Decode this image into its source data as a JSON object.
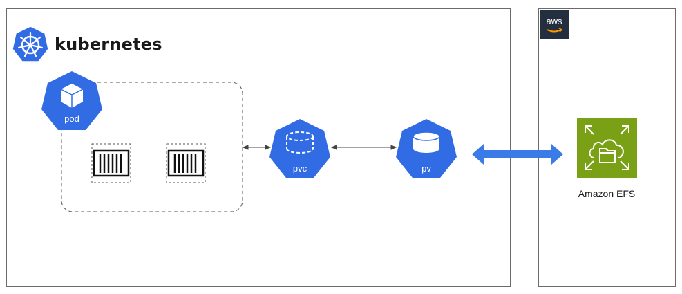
{
  "kubernetes": {
    "title": "kubernetes"
  },
  "aws": {
    "logo_text": "aws"
  },
  "nodes": {
    "pod": "pod",
    "pvc": "pvc",
    "pv": "pv"
  },
  "efs": {
    "label": "Amazon EFS"
  },
  "colors": {
    "k8s_blue": "#326ce5",
    "efs_green": "#7aa116",
    "aws_dark": "#232f3e",
    "arrow_blue": "#3b7be8"
  },
  "icons": [
    "kubernetes-logo",
    "cube-icon",
    "container-icon",
    "volume-icon",
    "efs-icon"
  ]
}
